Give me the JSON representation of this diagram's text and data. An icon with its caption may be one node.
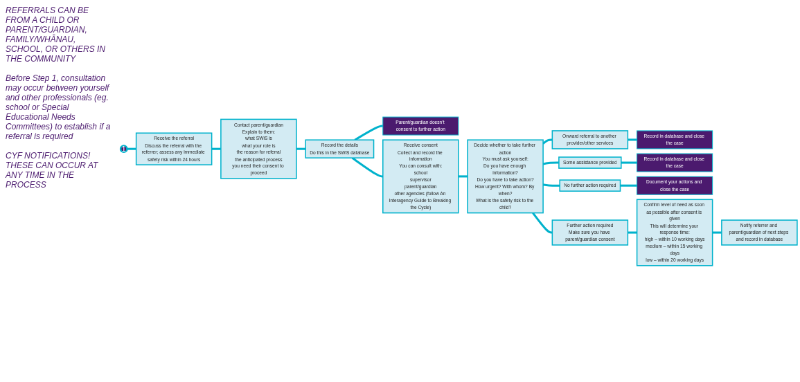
{
  "diagram": {
    "nodes": [
      {
        "text": [
          "1"
        ]
      },
      {
        "text": [
          "Receive the referral",
          "Discuss the referral with the referrer; assess any immediate safety risk within 24 hours"
        ]
      },
      {
        "text": [
          "Contact parent/guardian",
          "Explain to them:",
          "what SWiS is",
          "what your role is",
          "the reason for referral",
          "the anticipated process",
          "you need their consent to proceed"
        ]
      },
      {
        "text": [
          "Record the details",
          "Do this in the SWiS database"
        ]
      },
      {
        "text": [
          "Parent/guardian doesn’t consent to further action"
        ]
      },
      {
        "text": [
          "Receive consent",
          "Collect and record the information",
          "You can consult with:",
          "school",
          "supervisor",
          "parent/guardian",
          "other agencies (follow An Interagency Guide to Breaking the Cycle)"
        ]
      },
      {
        "text": [
          "Decide whether to take further action",
          "You must ask yourself:",
          "Do you have enough information?",
          "Do you have to take action?",
          "How urgent? With whom? By when?",
          "What is the safety risk to the child?"
        ]
      },
      {
        "text": [
          "Onward referral to another provider/other services"
        ]
      },
      {
        "text": [
          "Record in database and close the case"
        ]
      },
      {
        "text": [
          "Some assistance provided"
        ]
      },
      {
        "text": [
          "Record in database and close the case"
        ]
      },
      {
        "text": [
          "No further action required"
        ]
      },
      {
        "text": [
          "Document your actions and close the case"
        ]
      },
      {
        "text": [
          "Further action required",
          "Make sure you have parent/guardian consent"
        ]
      },
      {
        "text": [
          "Confirm level of need as soon as possible after consent is given",
          "This will determine your response time:",
          "high – within 10 working days",
          "medium – within 15 working days",
          "low – within 20 working days"
        ]
      },
      {
        "text": [
          "Notify referrer and parent/guardian of next steps and record in database"
        ]
      }
    ],
    "edges": [
      {
        "from": 0,
        "to": 1,
        "arrow": "none"
      },
      {
        "from": 1,
        "to": 2,
        "arrow": "none"
      },
      {
        "from": 2,
        "to": 3,
        "arrow": "none"
      },
      {
        "from": 3,
        "to": 4,
        "arrow": "none"
      },
      {
        "from": 3,
        "to": 5,
        "arrow": "none"
      },
      {
        "from": 5,
        "to": 6,
        "arrow": "none"
      },
      {
        "from": 6,
        "to": 7,
        "arrow": "none"
      },
      {
        "from": 7,
        "to": 8,
        "arrow": "none"
      },
      {
        "from": 6,
        "to": 9,
        "arrow": "none"
      },
      {
        "from": 9,
        "to": 10,
        "arrow": "none"
      },
      {
        "from": 6,
        "to": 11,
        "arrow": "none"
      },
      {
        "from": 11,
        "to": 12,
        "arrow": "none"
      },
      {
        "from": 6,
        "to": 13,
        "arrow": "none"
      },
      {
        "from": 13,
        "to": 14,
        "arrow": "none"
      },
      {
        "from": 14,
        "to": 15,
        "arrow": "none"
      }
    ],
    "labels": [
      "REFERRALS CAN BE FROM A CHILD OR PARENT/GUARDIAN, FAMILY/WHĀNAU, SCHOOL, OR OTHERS IN THE COMMUNITY",
      "Before Step 1, consultation may occur between yourself and other professionals (eg. school or Special Educational Needs Committees) to establish if a referral is required",
      "CYF NOTIFICATIONS! THESE CAN OCCUR AT ANY TIME IN THE PROCESS"
    ]
  }
}
